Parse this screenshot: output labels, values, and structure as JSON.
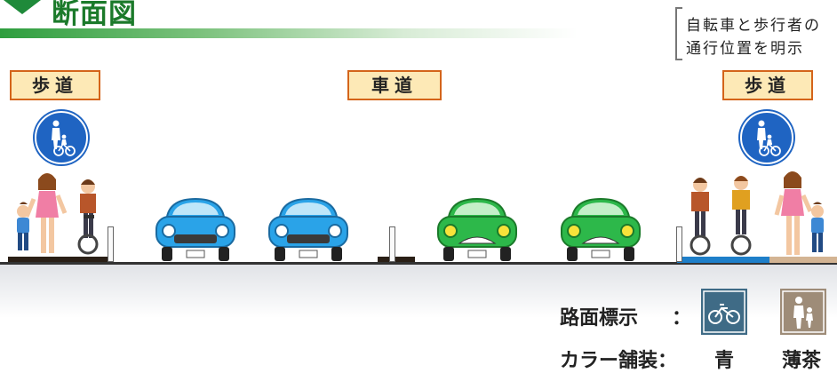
{
  "header": {
    "title": "断面図"
  },
  "note": {
    "line1": "自転車と歩行者の",
    "line2": "通行位置を明示"
  },
  "labels": {
    "left_sidewalk": "歩道",
    "roadway": "車道",
    "right_sidewalk": "歩道"
  },
  "legend": {
    "road_marking_label": "路面標示",
    "road_marking_colon": "：",
    "color_paving_label": "カラー舗装：",
    "blue_label": "青",
    "tan_label": "薄茶"
  },
  "icons": {
    "sign": "pedestrian-bicycle-sign-icon",
    "bicycle_mark": "bicycle-marking-icon",
    "pedestrian_mark": "pedestrian-marking-icon"
  },
  "colors": {
    "title_green": "#1b7a2a",
    "sign_blue": "#1f64c2",
    "car_blue": "#2aa3e8",
    "car_green": "#2db84a",
    "paving_blue": "#1e7fc9",
    "paving_tan": "#d3b493",
    "label_fill": "#fde9b6",
    "label_border": "#d4641a",
    "legend_bike_bg": "#3f6b86",
    "legend_ped_bg": "#9e8c78"
  }
}
